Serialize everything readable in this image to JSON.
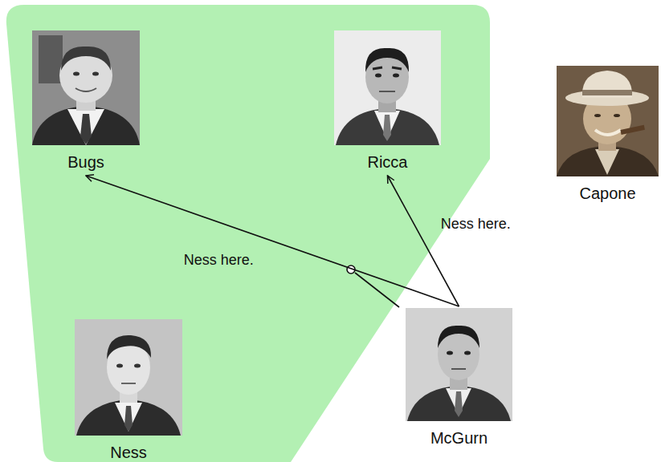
{
  "diagram": {
    "nodes": [
      {
        "text": [
          "Bugs"
        ]
      },
      {
        "text": [
          "Ricca"
        ]
      },
      {
        "text": [
          "Capone"
        ]
      },
      {
        "text": [
          "Ness"
        ]
      },
      {
        "text": [
          "McGurn"
        ]
      }
    ],
    "edges": [
      {
        "from": 4,
        "to": 0,
        "label": "Ness here.",
        "arrow": "to"
      },
      {
        "from": 4,
        "to": 1,
        "label": "Ness here.",
        "arrow": "to"
      }
    ]
  }
}
